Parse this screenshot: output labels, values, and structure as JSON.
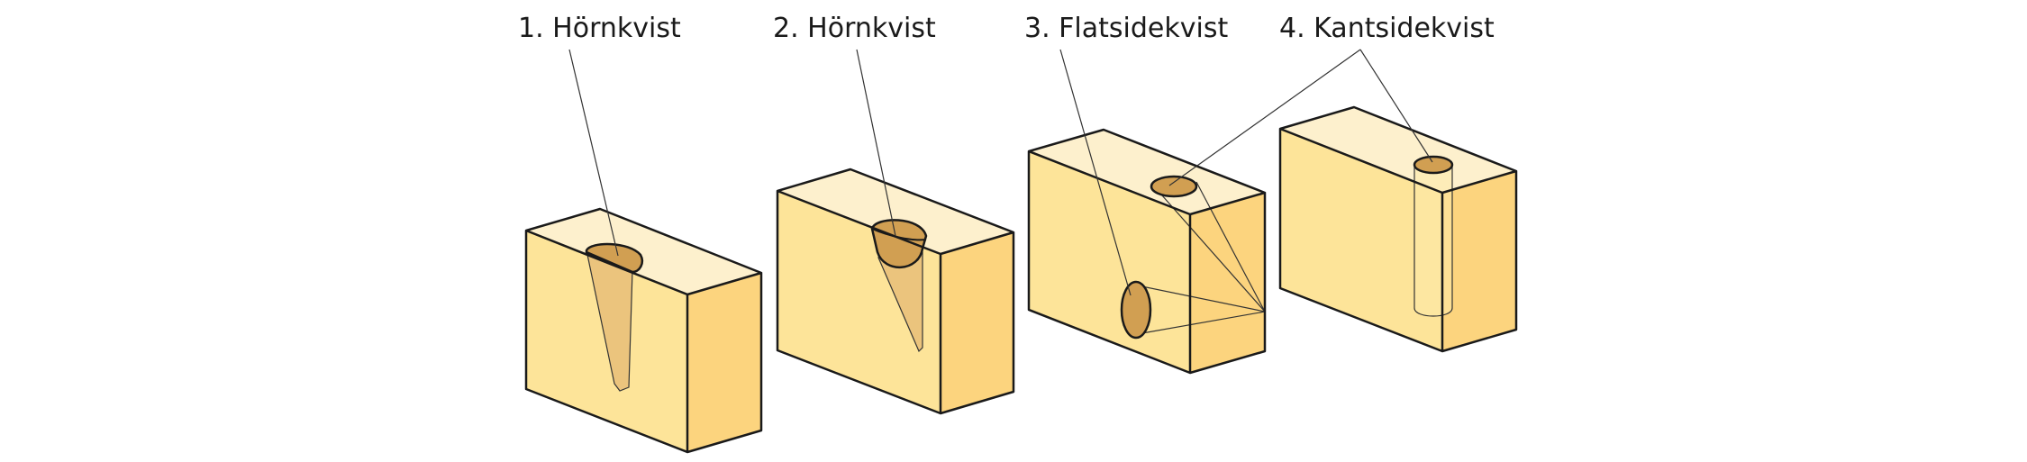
{
  "labels": {
    "knot1": "1. Hörnkvist",
    "knot2": "2. Hörnkvist",
    "knot3": "3. Flatsidekvist",
    "knot4": "4. Kantsidekvist"
  },
  "colors": {
    "wood_top": "#fdf0cd",
    "wood_front": "#fde499",
    "wood_side": "#fcd47e",
    "knot": "#d19f52",
    "knot_shadow": "#ebc47d",
    "outline": "#1a1a1a"
  }
}
